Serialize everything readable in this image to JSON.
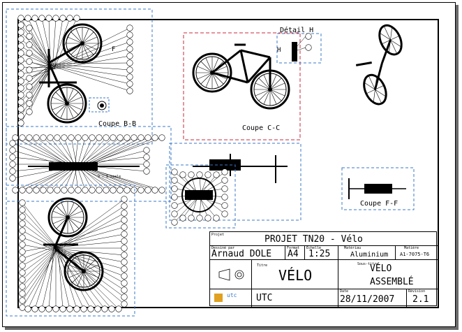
{
  "views": {
    "coupe_bb": "Coupe B-B",
    "coupe_cc": "Coupe C-C",
    "coupe_ff": "Coupe F-F",
    "detail_h": "Détail H",
    "marker_h": "H",
    "marker_f": "F",
    "scale_note": "9 : 1 scale"
  },
  "title_block": {
    "projet_label": "Projet",
    "projet_value": "PROJET TN20 - Vélo",
    "dessine_label": "Dessiné par",
    "dessine_value": "Arnaud DOLE",
    "format_label": "Format",
    "format_value": "A4",
    "echelle_label": "Echelle",
    "echelle_value": "1:25",
    "materiau_label": "Matériau",
    "materiau_value": "Aluminium",
    "matiere_label": "Matière",
    "matiere_value": "A1-7075-T6",
    "titre_label": "Titre",
    "titre_value": "VÉLO",
    "soustitre_label": "Sous-titre",
    "soustitre_line1": "VÉLO",
    "soustitre_line2": "ASSEMBLÉ",
    "school_value": "UTC",
    "logo_text": "utc",
    "date_label": "Date",
    "date_value": "28/11/2007",
    "revision_label": "Révision",
    "revision_value": "2.1"
  }
}
